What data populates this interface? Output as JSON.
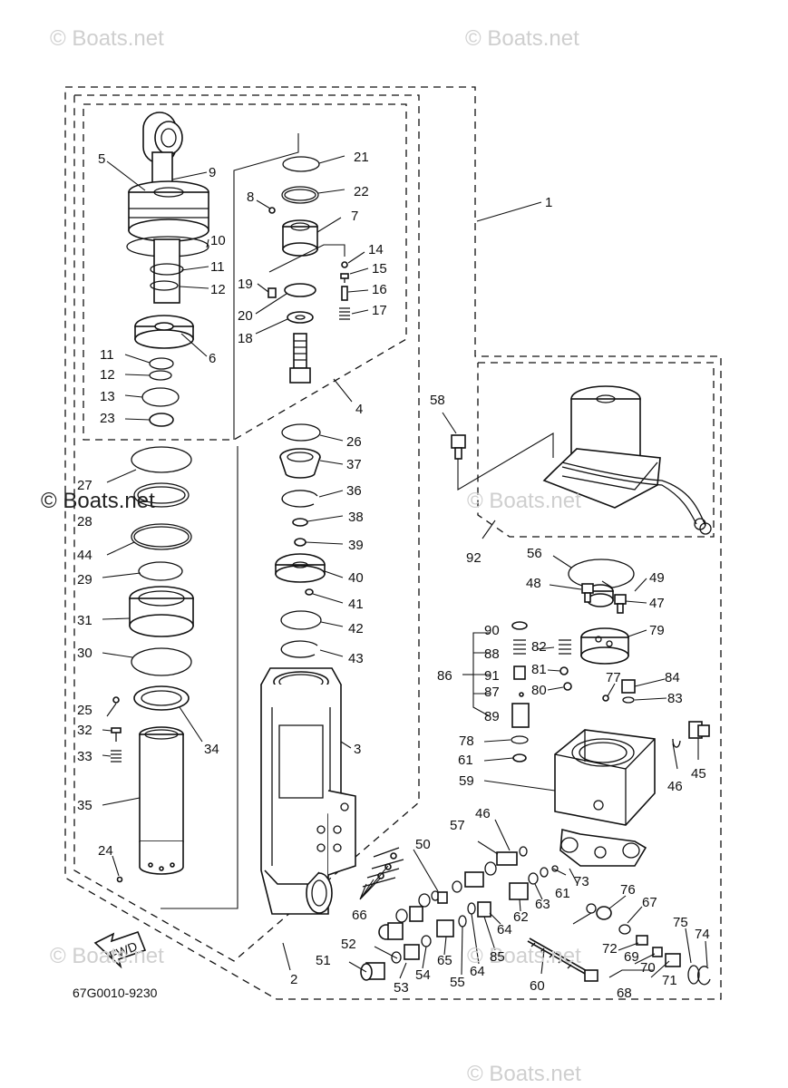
{
  "diagram": {
    "code": "67G0010-9230",
    "fwd_label": "FWD",
    "watermarks": [
      "© Boats.net",
      "© Boats.net",
      "© Boats.net",
      "© Boats.net",
      "© Boats.net",
      "© Boats.net",
      "© Boats.net"
    ],
    "labels": [
      "1",
      "2",
      "3",
      "4",
      "5",
      "6",
      "7",
      "8",
      "9",
      "10",
      "11",
      "12",
      "13",
      "14",
      "15",
      "16",
      "17",
      "18",
      "19",
      "20",
      "21",
      "22",
      "23",
      "24",
      "25",
      "26",
      "27",
      "28",
      "29",
      "30",
      "31",
      "32",
      "33",
      "34",
      "35",
      "36",
      "37",
      "38",
      "39",
      "40",
      "41",
      "42",
      "43",
      "44",
      "45",
      "46",
      "47",
      "48",
      "49",
      "50",
      "51",
      "52",
      "53",
      "54",
      "55",
      "56",
      "57",
      "58",
      "59",
      "60",
      "61",
      "62",
      "63",
      "64",
      "65",
      "66",
      "67",
      "68",
      "69",
      "70",
      "71",
      "72",
      "73",
      "74",
      "75",
      "76",
      "77",
      "78",
      "79",
      "80",
      "81",
      "82",
      "83",
      "84",
      "85",
      "86",
      "87",
      "88",
      "89",
      "90",
      "91",
      "92",
      "11",
      "12",
      "46",
      "61",
      "64"
    ]
  }
}
